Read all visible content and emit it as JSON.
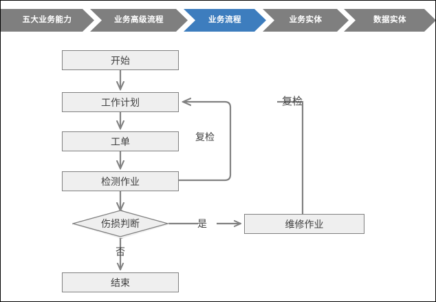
{
  "breadcrumb": {
    "name": "process-navigation-breadcrumb",
    "active_color": "#3D7DBE",
    "inactive_color": "#7F7F7F",
    "steps": [
      {
        "label": "五大业务能力",
        "active": false
      },
      {
        "label": "业务高级流程",
        "active": false
      },
      {
        "label": "业务流程",
        "active": true
      },
      {
        "label": "业务实体",
        "active": false
      },
      {
        "label": "数据实体",
        "active": false
      }
    ]
  },
  "flowchart": {
    "node_fill": "#EFEFEF",
    "node_border": "#7F7F7F",
    "line_color": "#808080",
    "nodes": [
      {
        "id": "start",
        "label": "开始",
        "shape": "rect"
      },
      {
        "id": "work-plan",
        "label": "工作计划",
        "shape": "rect"
      },
      {
        "id": "work-order",
        "label": "工单",
        "shape": "rect"
      },
      {
        "id": "inspection",
        "label": "检测作业",
        "shape": "rect"
      },
      {
        "id": "damage-decision",
        "label": "伤损判断",
        "shape": "diamond"
      },
      {
        "id": "repair",
        "label": "维修作业",
        "shape": "rect"
      },
      {
        "id": "end",
        "label": "结束",
        "shape": "rect"
      }
    ],
    "edge_labels": {
      "yes": "是",
      "no": "否",
      "recheck_inner": "复检",
      "recheck_outer": "复检"
    }
  }
}
